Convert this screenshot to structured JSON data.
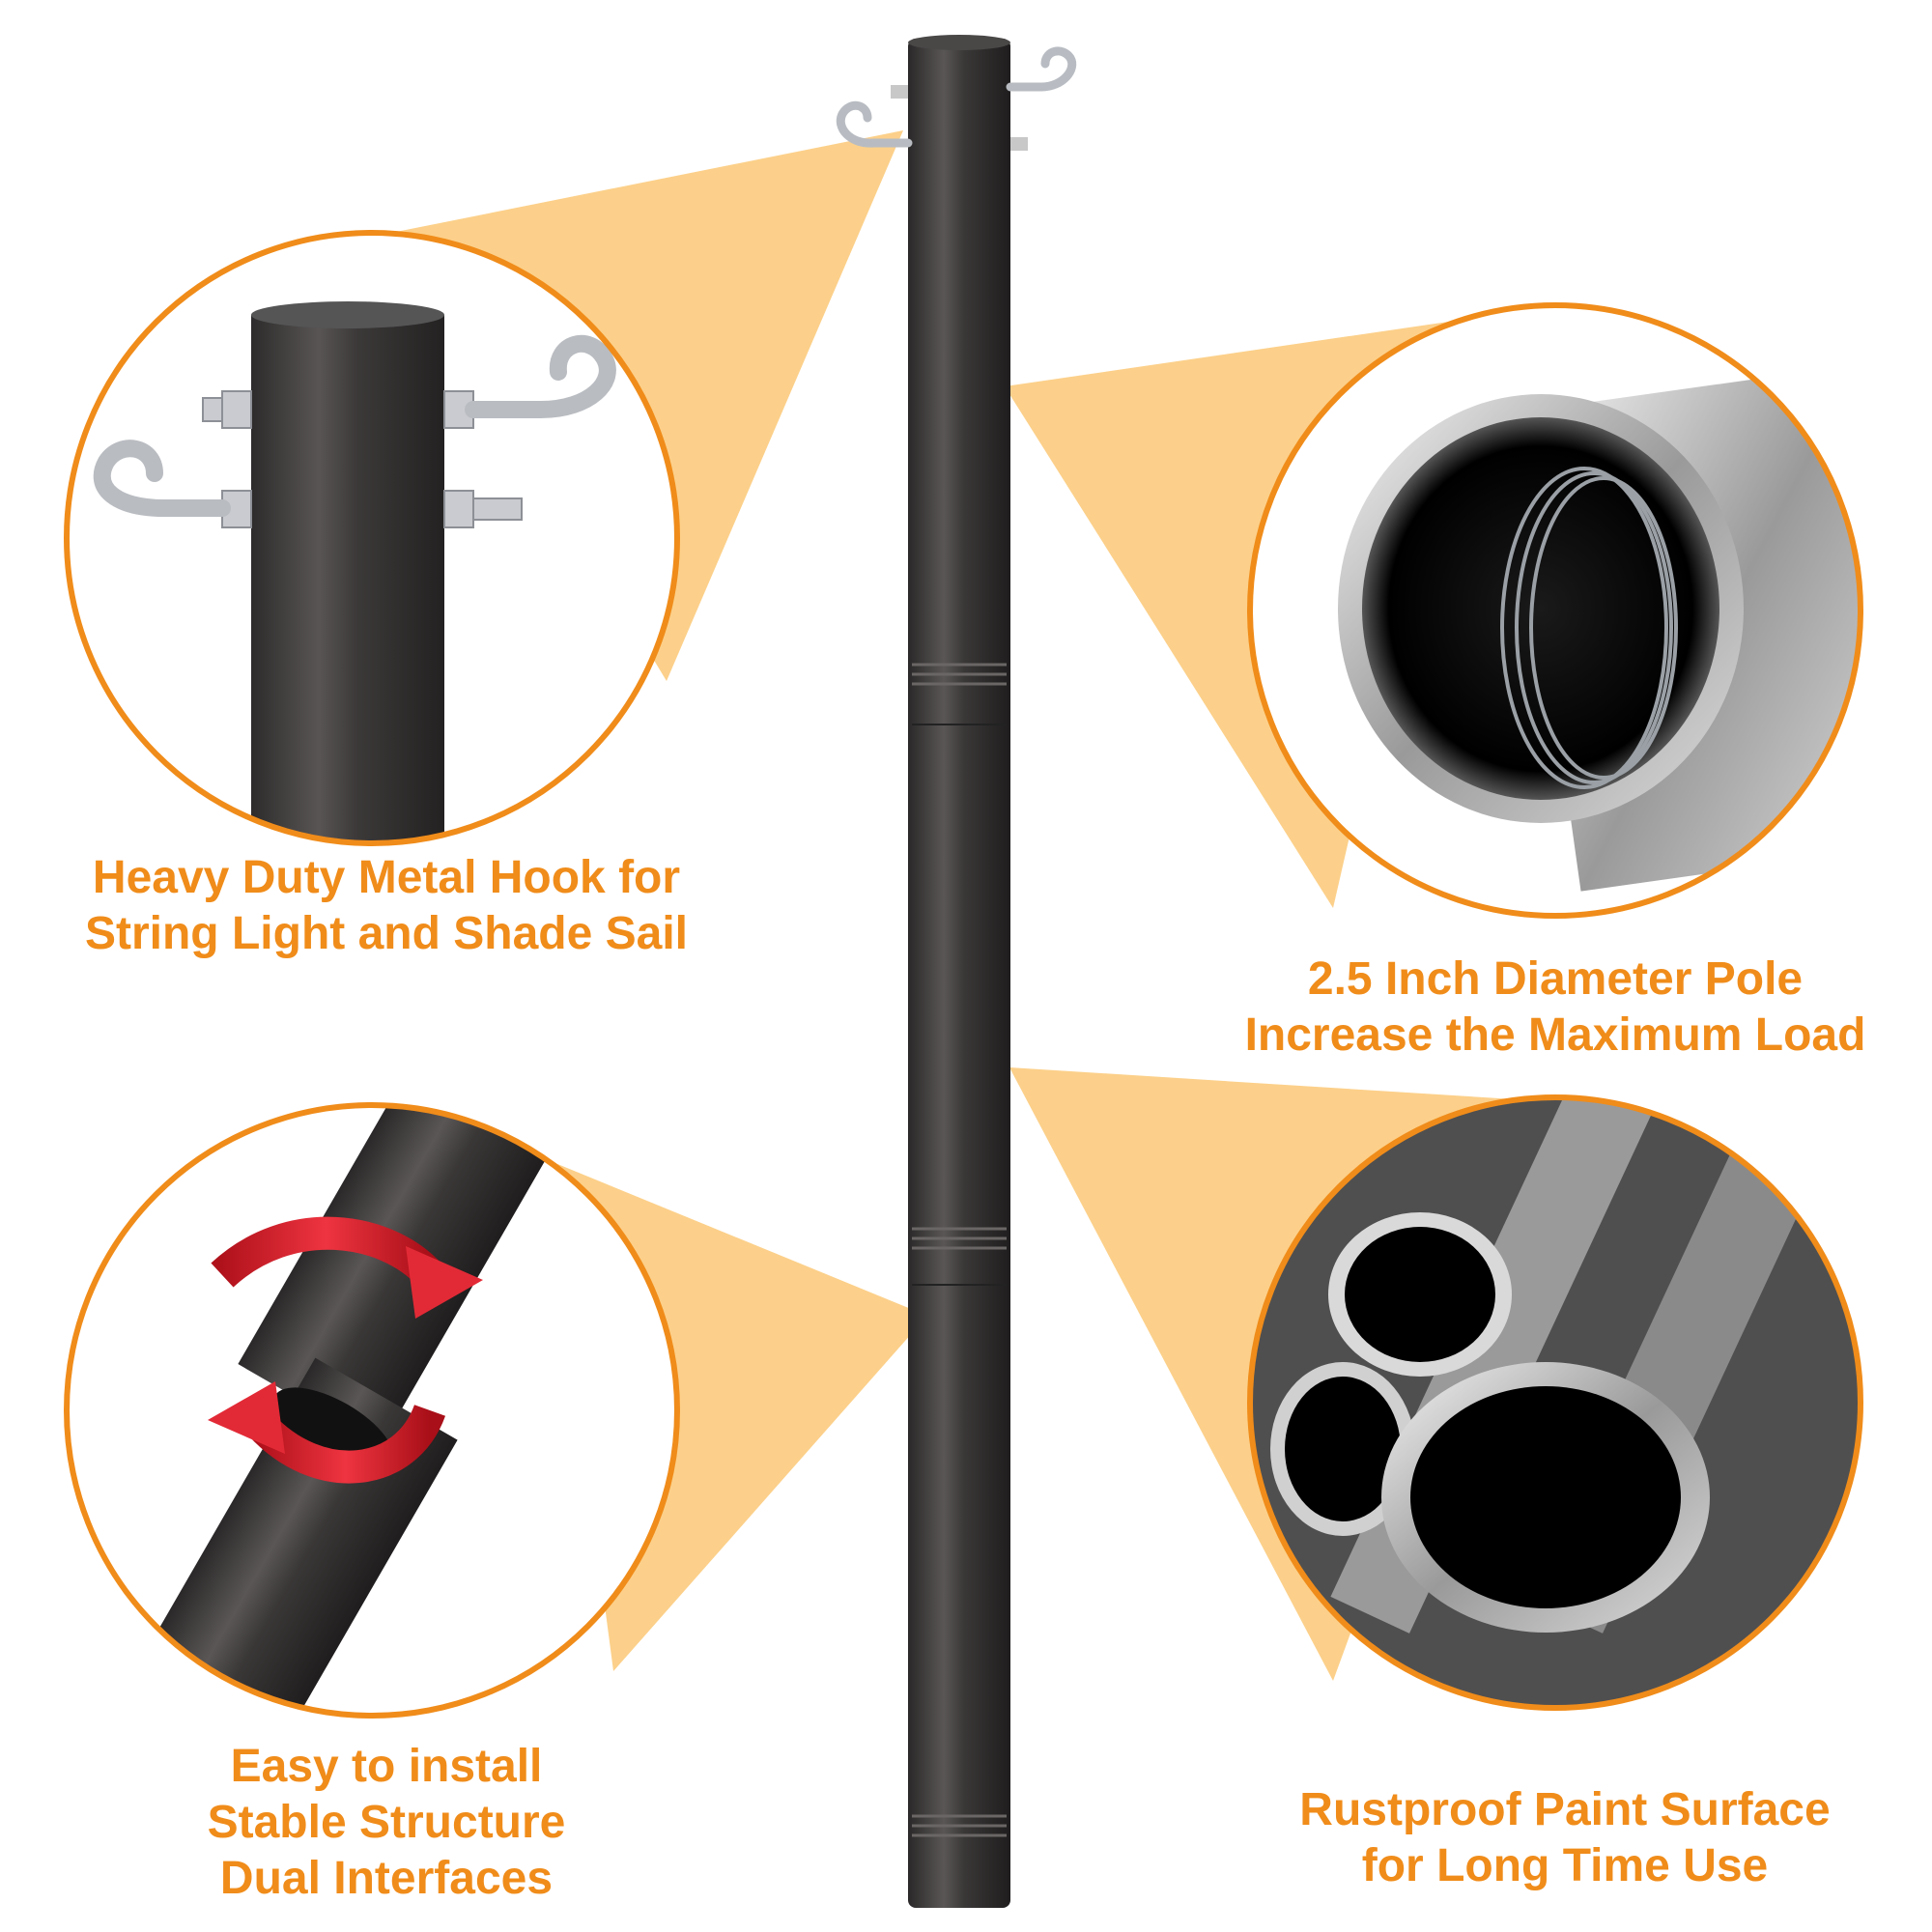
{
  "colors": {
    "accent": "#f08c1a",
    "callout_fill": "#fcd08a",
    "pole": "#3a3737",
    "red_arrow": "#d81f2a"
  },
  "features": [
    {
      "lines": [
        "Heavy Duty Metal Hook for",
        "String Light and Shade Sail"
      ]
    },
    {
      "lines": [
        "2.5 Inch Diameter Pole",
        "Increase the Maximum Load"
      ]
    },
    {
      "lines": [
        "Easy to install",
        "Stable Structure",
        "Dual Interfaces"
      ]
    },
    {
      "lines": [
        "Rustproof Paint Surface",
        "for Long Time Use"
      ]
    }
  ],
  "icons": [
    "hook-icon",
    "rotate-arrows-icon",
    "tube-icon"
  ]
}
